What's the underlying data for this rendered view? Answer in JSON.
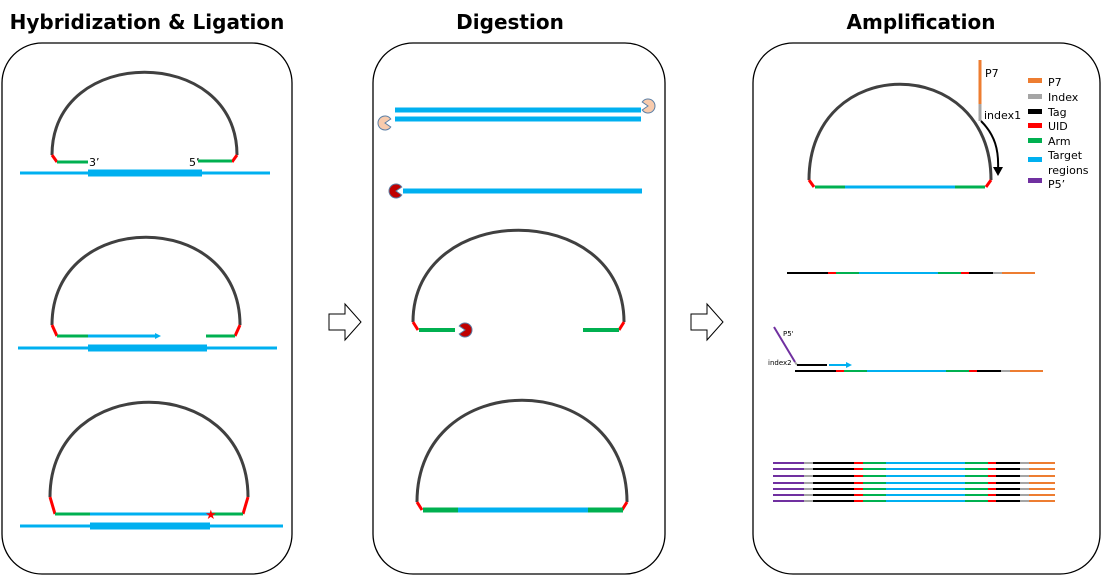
{
  "panels": {
    "hybridization": {
      "title": "Hybridization & Ligation",
      "label_3prime": "3’",
      "label_5prime": "5’"
    },
    "digestion": {
      "title": "Digestion"
    },
    "amplification": {
      "title": "Amplification",
      "label_p7": "P7",
      "label_index1": "index1",
      "label_p5": "P5'",
      "label_index2": "index2"
    }
  },
  "legend": [
    {
      "label": "P7",
      "color": "#ED7D31"
    },
    {
      "label": "Index",
      "color": "#A5A5A5"
    },
    {
      "label": "Tag",
      "color": "#000000"
    },
    {
      "label": "UID",
      "color": "#FF0000"
    },
    {
      "label": "Arm",
      "color": "#00B050"
    },
    {
      "label": "Target regions",
      "label_line1": "Target",
      "label_line2": "regions",
      "color": "#00B0F0"
    },
    {
      "label": "P5’",
      "color": "#7030A0"
    }
  ],
  "colors": {
    "backbone": "#404040",
    "exonuclease_1": "#F8CBAD",
    "exonuclease_2": "#C00000"
  }
}
